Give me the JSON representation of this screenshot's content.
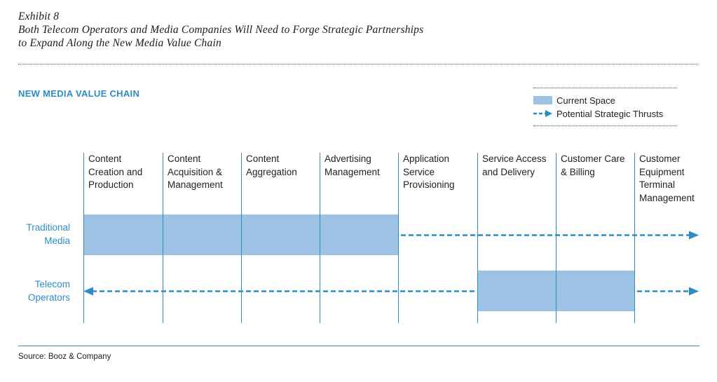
{
  "header": {
    "exhibit": "Exhibit 8",
    "title_line1": "Both Telecom Operators and Media Companies Will Need to Forge Strategic Partnerships",
    "title_line2": "to Expand Along the New Media Value Chain"
  },
  "section_title": "NEW MEDIA VALUE CHAIN",
  "legend": {
    "current_space": "Current Space",
    "potential_thrusts": "Potential Strategic Thrusts"
  },
  "colors": {
    "accent": "#2c8dc6",
    "current_space_fill": "#9cc2e4"
  },
  "columns": [
    {
      "lines": [
        "Content",
        "Creation and",
        "Production"
      ]
    },
    {
      "lines": [
        "Content",
        "Acquisition &",
        "Management"
      ]
    },
    {
      "lines": [
        "Content",
        "Aggregation"
      ]
    },
    {
      "lines": [
        "Advertising",
        "Management"
      ]
    },
    {
      "lines": [
        "Application",
        "Service",
        "Provisioning"
      ]
    },
    {
      "lines": [
        "Service Access",
        "and Delivery"
      ]
    },
    {
      "lines": [
        "Customer Care",
        "& Billing"
      ]
    },
    {
      "lines": [
        "Customer",
        "Equipment",
        "Terminal",
        "Management"
      ]
    }
  ],
  "rows": [
    {
      "lines": [
        "Traditional",
        "Media"
      ],
      "current_space": [
        0,
        3
      ],
      "thrust_right_from": 4,
      "thrust_left_to": null
    },
    {
      "lines": [
        "Telecom",
        "Operators"
      ],
      "current_space": [
        5,
        6
      ],
      "thrust_right_from": 7,
      "thrust_left_to": 0
    }
  ],
  "source": "Source: Booz & Company"
}
